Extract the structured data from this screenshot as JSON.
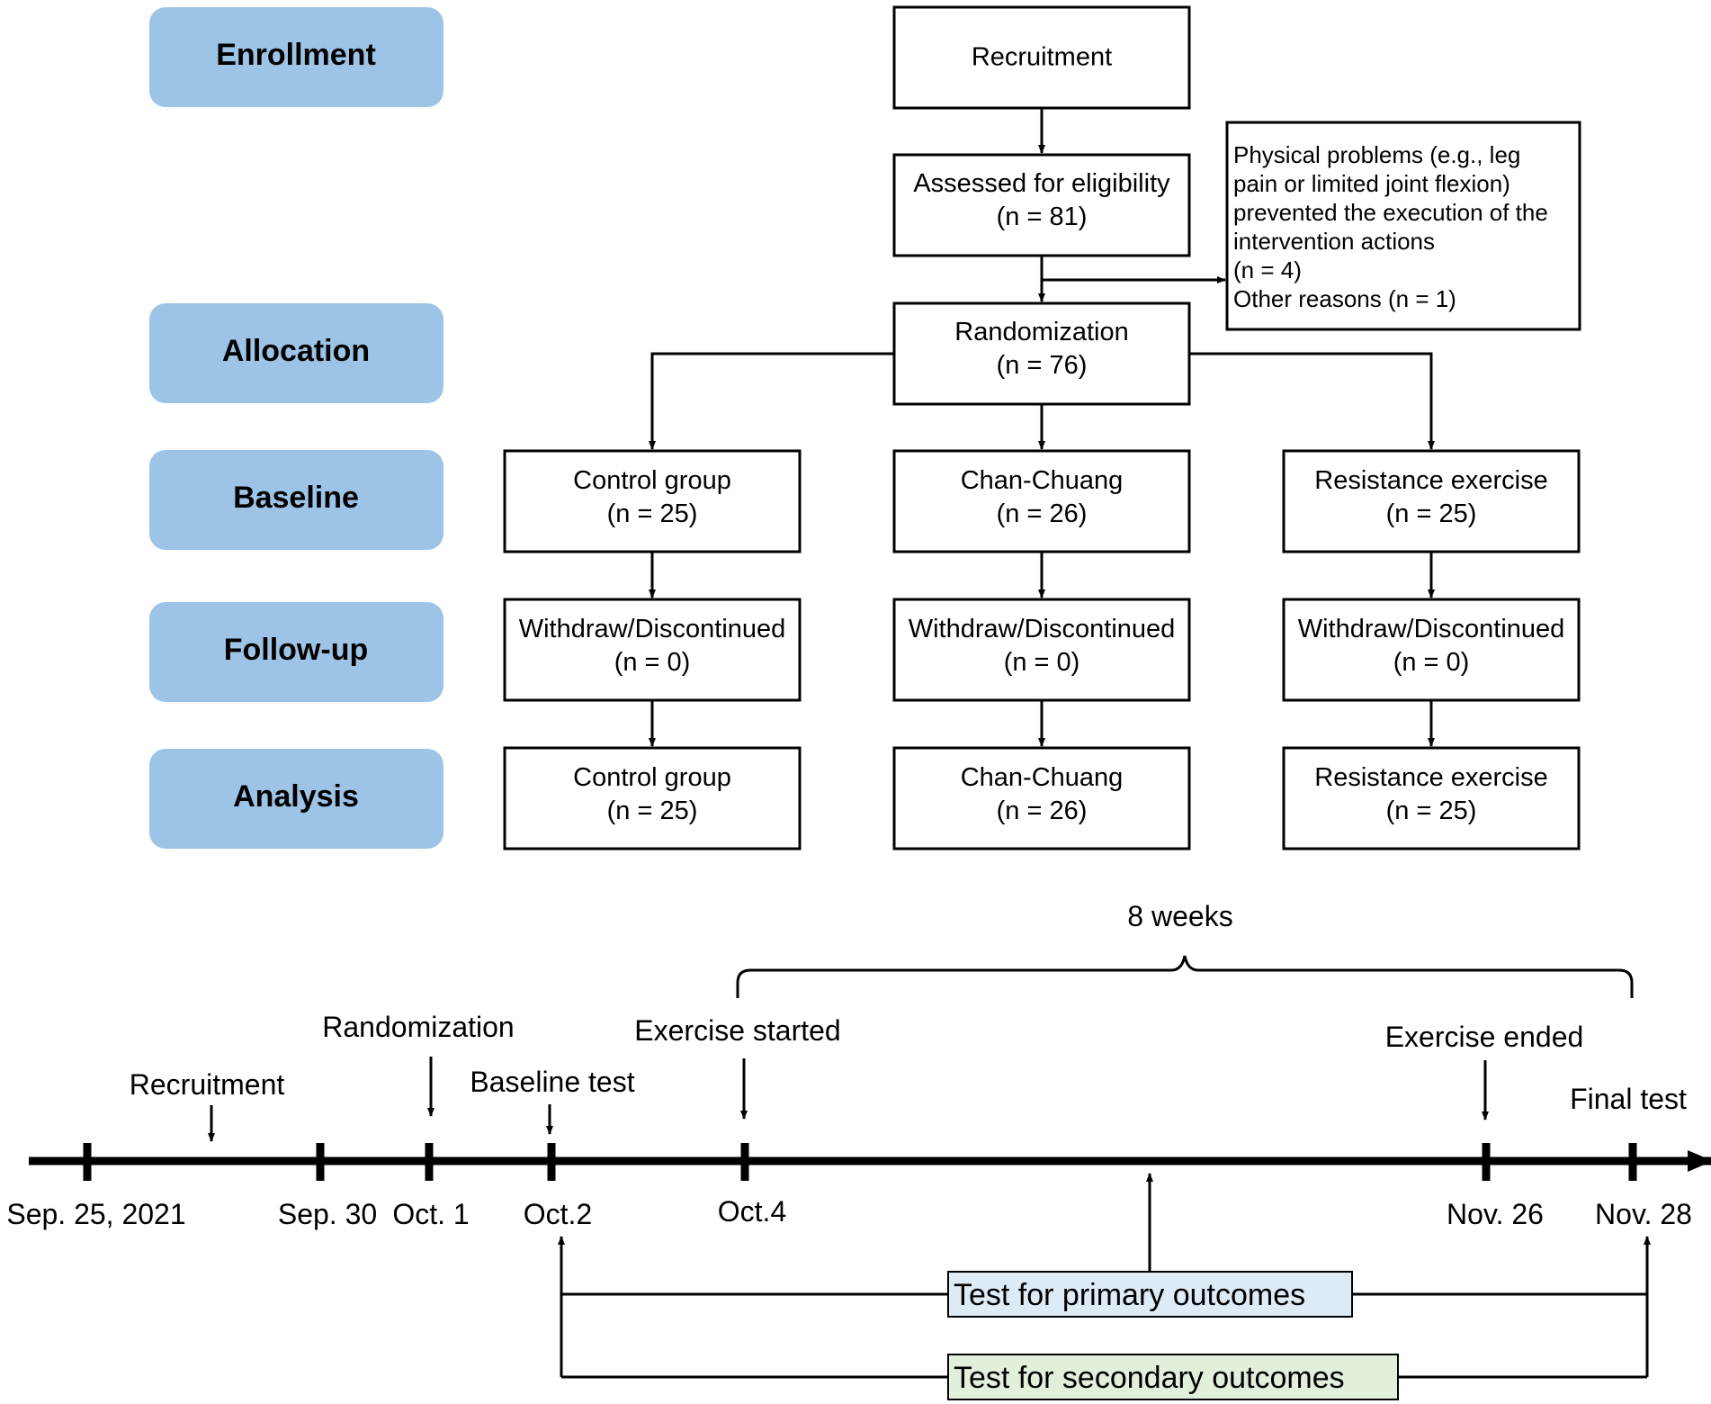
{
  "stages": {
    "enrollment": "Enrollment",
    "allocation": "Allocation",
    "baseline": "Baseline",
    "followup": "Follow-up",
    "analysis": "Analysis"
  },
  "flow": {
    "recruitment": "Recruitment",
    "eligibility": {
      "line1": "Assessed for eligibility",
      "line2": "(n = 81)"
    },
    "exclusion": [
      "Physical problems (e.g., leg",
      "pain or limited joint flexion)",
      "prevented the execution of the",
      "intervention actions",
      "(n = 4)",
      "Other reasons (n = 1)"
    ],
    "randomization": {
      "line1": "Randomization",
      "line2": "(n = 76)"
    },
    "baseline": {
      "control": {
        "line1": "Control group",
        "line2": "(n = 25)"
      },
      "chan": {
        "line1": "Chan-Chuang",
        "line2": "(n = 26)"
      },
      "resistance": {
        "line1": "Resistance exercise",
        "line2": "(n = 25)"
      }
    },
    "followup": {
      "control": {
        "line1": "Withdraw/Discontinued",
        "line2": "(n = 0)"
      },
      "chan": {
        "line1": "Withdraw/Discontinued",
        "line2": "(n = 0)"
      },
      "resistance": {
        "line1": "Withdraw/Discontinued",
        "line2": "(n = 0)"
      }
    },
    "analysis": {
      "control": {
        "line1": "Control group",
        "line2": "(n = 25)"
      },
      "chan": {
        "line1": "Chan-Chuang",
        "line2": "(n = 26)"
      },
      "resistance": {
        "line1": "Resistance exercise",
        "line2": "(n = 25)"
      }
    }
  },
  "timeline": {
    "duration": "8 weeks",
    "events": {
      "recruitment": "Recruitment",
      "randomization": "Randomization",
      "baseline_test": "Baseline test",
      "exercise_started": "Exercise started",
      "exercise_ended": "Exercise ended",
      "final_test": "Final test"
    },
    "dates": {
      "sep25": "Sep. 25, 2021",
      "sep30": "Sep. 30",
      "oct1": "Oct. 1",
      "oct2": "Oct.2",
      "oct4": "Oct.4",
      "nov26": "Nov. 26",
      "nov28": "Nov. 28"
    },
    "primary": {
      "label": "Test for primary outcomes",
      "color": "#ddebf7"
    },
    "secondary": {
      "label": "Test for secondary outcomes",
      "color": "#e2efda"
    }
  },
  "colors": {
    "stage_fill": "#9dc3e6"
  }
}
